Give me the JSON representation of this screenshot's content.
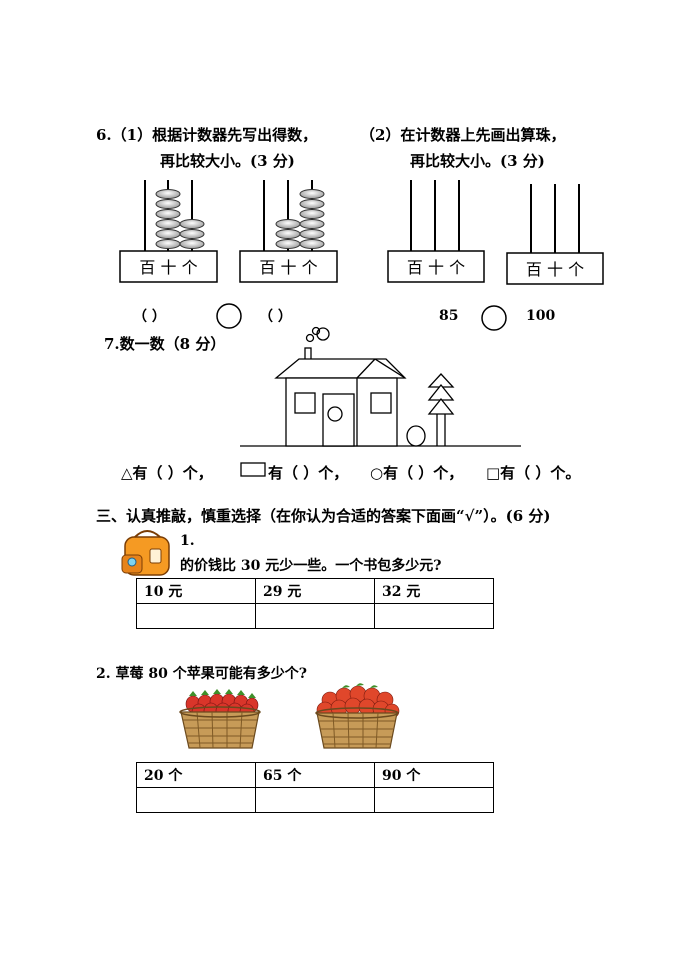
{
  "q6": {
    "line1_left": "6.（1）根据计数器先写出得数，",
    "line2_left": "再比较大小。(3 分)",
    "line1_right": "（2）在计数器上先画出算珠，",
    "line2_right": "再比较大小。(3 分)",
    "abacus_label": "百 十 个",
    "blank_left": "（      ）",
    "blank_right": "（      ）",
    "num_a": "85",
    "num_b": "100"
  },
  "q7": {
    "title": "7.数一数（8 分）",
    "s_triangle": "△有（   ）个，",
    "s_rect": "有（   ）个，",
    "s_circle": "○有（   ）个，",
    "s_square": "□有（   ）个。"
  },
  "sec3": {
    "title": "三、认真推敲，慎重选择（在你认为合适的答案下面画“√”）。(6 分)",
    "q1_num": "1.",
    "q1_text": "的价钱比 30 元少一些。一个书包多少元?",
    "q1_options": [
      "10 元",
      "29 元",
      "32 元"
    ],
    "q2_text": "2.   草莓 80 个苹果可能有多少个?",
    "q2_options": [
      "20 个",
      "65 个",
      "90 个"
    ]
  }
}
